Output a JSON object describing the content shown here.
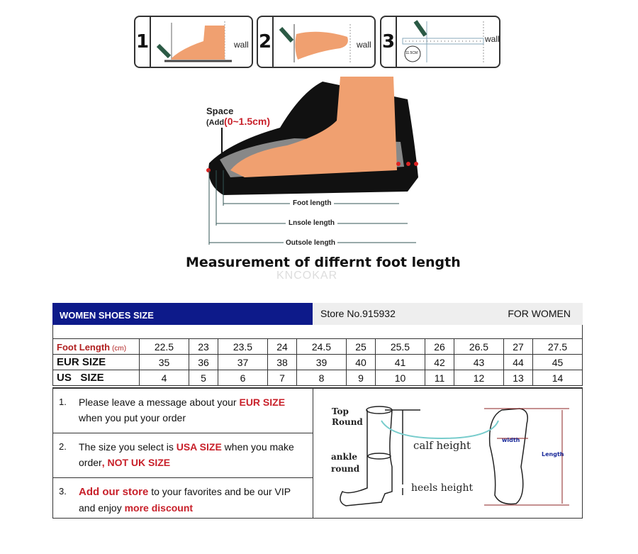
{
  "steps": [
    {
      "num": "1",
      "wall": "wall"
    },
    {
      "num": "2",
      "wall": "wall"
    },
    {
      "num": "3",
      "wall": "wall",
      "ruler_label": "11.5CM"
    }
  ],
  "diagram": {
    "space": "Space",
    "add": "(Add",
    "add_range": "(0~1.5cm)",
    "foot_length": "Foot length",
    "insole_length": "Lnsole length",
    "outsole_length": "Outsole length",
    "title": "Measurement of differnt foot length",
    "watermark": "KNCOKAR"
  },
  "header": {
    "title": "WOMEN SHOES SIZE",
    "store": "Store No.915932",
    "for": "FOR WOMEN"
  },
  "size_table": {
    "rows": [
      {
        "label": "Foot Length",
        "unit": "(cm)",
        "values": [
          "22.5",
          "23",
          "23.5",
          "24",
          "24.5",
          "25",
          "25.5",
          "26",
          "26.5",
          "27",
          "27.5"
        ]
      },
      {
        "label": "EUR SIZE",
        "values": [
          "35",
          "36",
          "37",
          "38",
          "39",
          "40",
          "41",
          "42",
          "43",
          "44",
          "45"
        ]
      },
      {
        "label": "US   SIZE",
        "values": [
          "4",
          "5",
          "6",
          "7",
          "8",
          "9",
          "10",
          "11",
          "12",
          "13",
          "14"
        ]
      }
    ]
  },
  "notes": [
    {
      "num": "1.",
      "parts": [
        "Please leave a message about your ",
        "EUR SIZE",
        " when you put your order"
      ]
    },
    {
      "num": "2.",
      "parts": [
        "The size you select is ",
        "USA SIZE",
        " when you make order",
        ", NOT UK SIZE"
      ]
    },
    {
      "num": "3.",
      "parts": [
        "Add our store",
        " to your favorites and be our VIP and enjoy ",
        "more discount"
      ]
    }
  ],
  "boot_diagram": {
    "top_round": "Top Round",
    "ankle_round": "ankle round",
    "calf_height": "calf height",
    "heels_height": "heels height",
    "width": "width",
    "length": "Length"
  },
  "colors": {
    "header_blue": "#0d1a8a",
    "accent_red": "#c8202a",
    "skin": "#f0a070"
  }
}
